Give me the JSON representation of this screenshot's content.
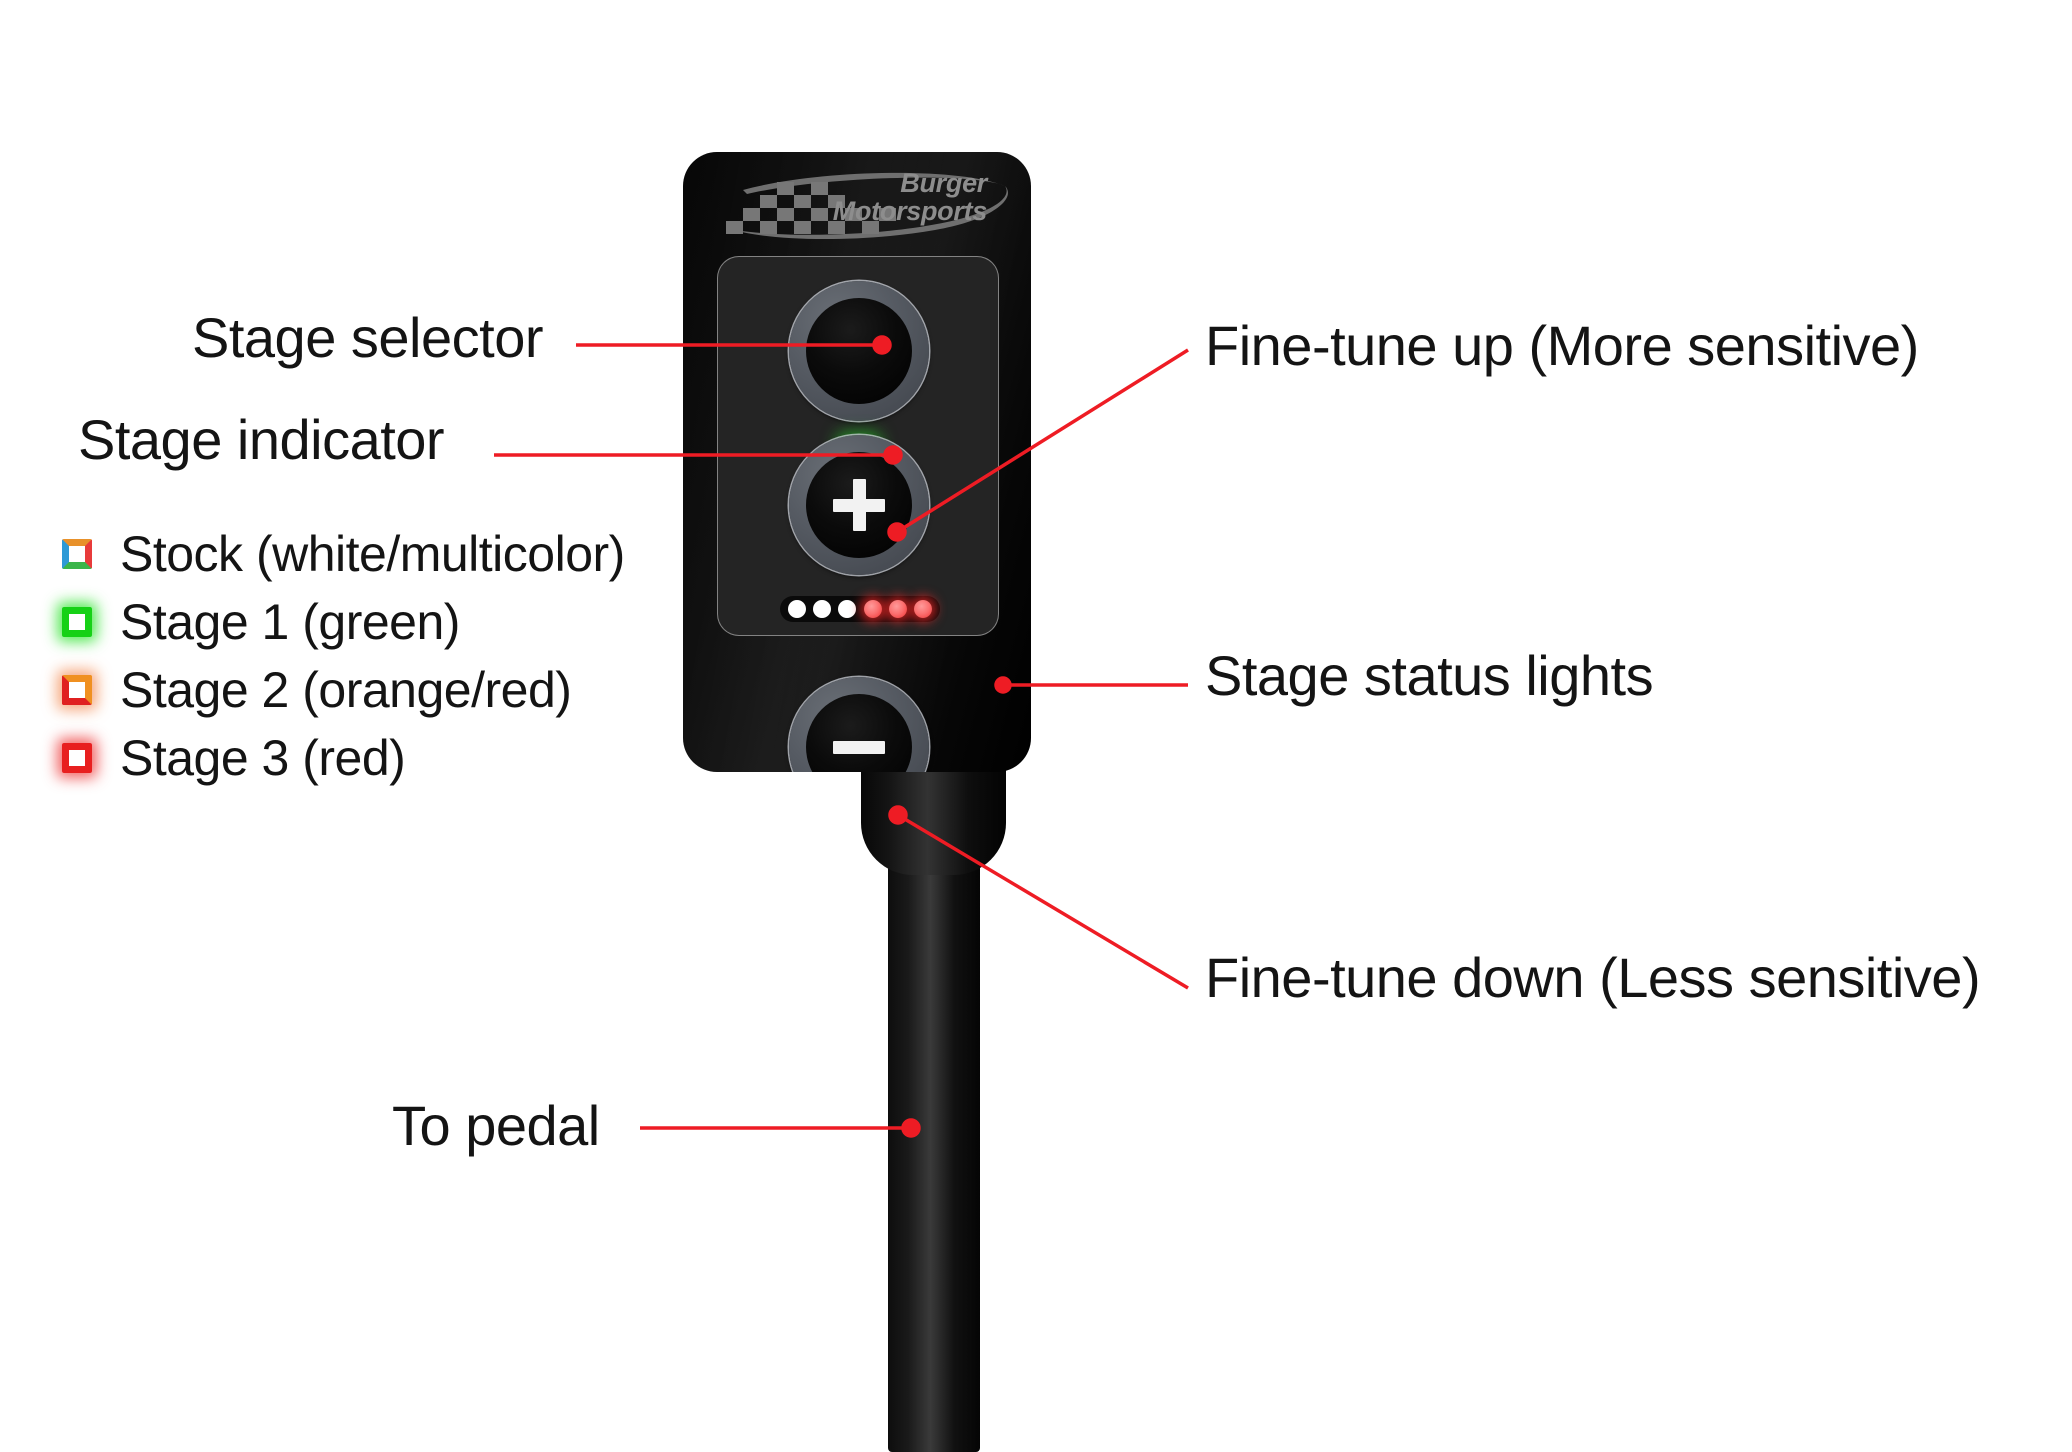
{
  "diagram": {
    "title": "Burger Motorsports JB4 pedal tuner callout diagram",
    "accent_color": "#ee1c24",
    "text_color": "#141414"
  },
  "device": {
    "brand_line1": "Burger",
    "brand_line2": "Motorsports",
    "body_color": "#0a0a0a",
    "faceplate_color": "#242424",
    "controls": {
      "stage_selector": {
        "name": "Stage selector dial",
        "ring_color": "#565b63"
      },
      "plus_button": {
        "name": "Fine-tune up button",
        "glyph": "+"
      },
      "minus_button": {
        "name": "Fine-tune down button",
        "glyph": "−"
      },
      "stage_indicator": {
        "name": "Stage indicator LED",
        "color": "#22e022",
        "state": "green"
      }
    },
    "status_lights": [
      {
        "state": "white",
        "color": "#ffffff"
      },
      {
        "state": "white",
        "color": "#ffffff"
      },
      {
        "state": "white",
        "color": "#ffffff"
      },
      {
        "state": "red",
        "color": "#ee3434"
      },
      {
        "state": "red",
        "color": "#ee3434"
      },
      {
        "state": "red",
        "color": "#ee3434"
      }
    ]
  },
  "callouts": {
    "stage_selector": "Stage selector",
    "stage_indicator": "Stage indicator",
    "finetune_up": "Fine-tune up (More  sensitive)",
    "status_lights": "Stage status lights",
    "finetune_down": "Fine-tune down (Less sensitive)",
    "to_pedal": "To pedal"
  },
  "legend": {
    "items": [
      {
        "label": "Stock (white/multicolor)",
        "swatch": "multi",
        "colors": [
          "#e8912a",
          "#e83b3b",
          "#3ab54a",
          "#2e9ad6"
        ]
      },
      {
        "label": "Stage 1 (green)",
        "swatch": "green",
        "colors": [
          "#16d116"
        ]
      },
      {
        "label": "Stage 2 (orange/red)",
        "swatch": "orangered",
        "colors": [
          "#f09020",
          "#e02020"
        ]
      },
      {
        "label": "Stage 3 (red)",
        "swatch": "red",
        "colors": [
          "#e81f1f"
        ]
      }
    ]
  }
}
